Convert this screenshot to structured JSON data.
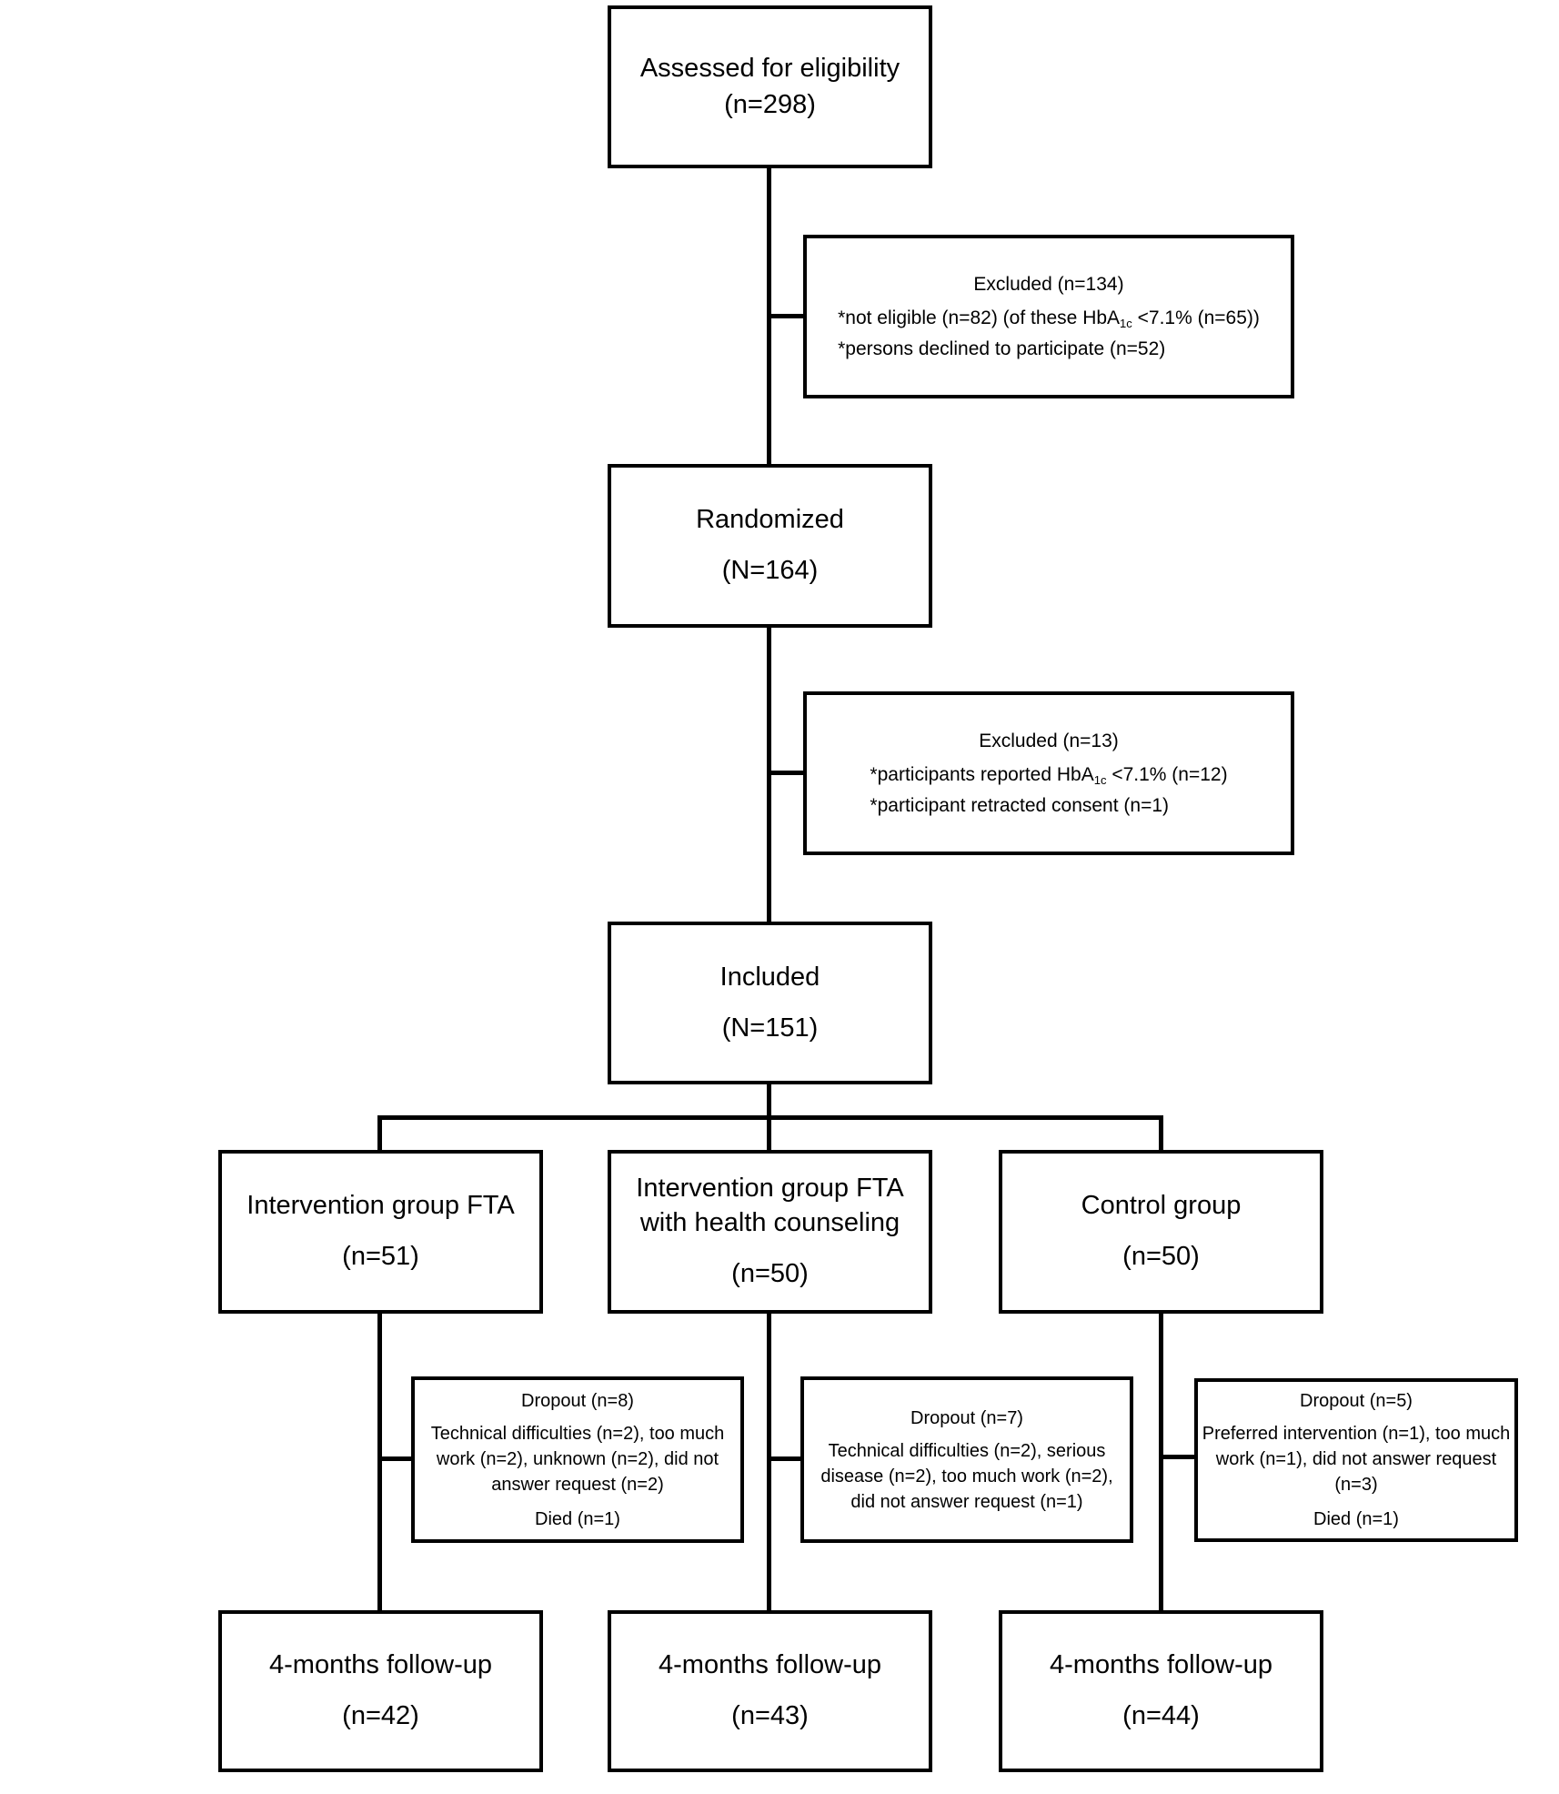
{
  "diagram": {
    "colors": {
      "line": "#000000",
      "background": "#ffffff",
      "text": "#000000"
    },
    "boxes": {
      "assessed": {
        "name": "Assessed for eligibility",
        "count": "(n=298)"
      },
      "excluded1": {
        "title": "Excluded (n=134)",
        "lines": [
          [
            {
              "t": "*not eligible (n=82) (of these HbA"
            },
            {
              "sub": "1c"
            },
            {
              "t": " <7.1% (n=65))"
            }
          ],
          [
            {
              "t": "*persons declined to participate (n=52)"
            }
          ]
        ]
      },
      "randomized": {
        "name": "Randomized",
        "count": "(N=164)"
      },
      "excluded2": {
        "title": "Excluded (n=13)",
        "lines": [
          [
            {
              "t": "*participants reported HbA"
            },
            {
              "sub": "1c"
            },
            {
              "t": " <7.1% (n=12)"
            }
          ],
          [
            {
              "t": "*participant retracted consent (n=1)"
            }
          ]
        ]
      },
      "included": {
        "name": "Included",
        "count": "(N=151)"
      },
      "group_fta": {
        "name": "Intervention group FTA",
        "count": "(n=51)"
      },
      "group_fta_hc": {
        "name": "Intervention group FTA with health counseling",
        "count": "(n=50)"
      },
      "group_control": {
        "name": "Control group",
        "count": "(n=50)"
      },
      "dropout_fta": {
        "title": "Dropout (n=8)",
        "body": "Technical difficulties (n=2), too much work (n=2), unknown (n=2), did not answer request (n=2)",
        "footer": "Died (n=1)"
      },
      "dropout_fta_hc": {
        "title": "Dropout (n=7)",
        "body": "Technical difficulties (n=2), serious disease (n=2), too much work (n=2), did not answer request (n=1)",
        "footer": ""
      },
      "dropout_control": {
        "title": "Dropout (n=5)",
        "body": "Preferred intervention (n=1), too much work (n=1), did not answer request (n=3)",
        "footer": "Died (n=1)"
      },
      "followup_fta": {
        "name": "4-months follow-up",
        "count": "(n=42)"
      },
      "followup_fta_hc": {
        "name": "4-months follow-up",
        "count": "(n=43)"
      },
      "followup_control": {
        "name": "4-months follow-up",
        "count": "(n=44)"
      }
    }
  }
}
